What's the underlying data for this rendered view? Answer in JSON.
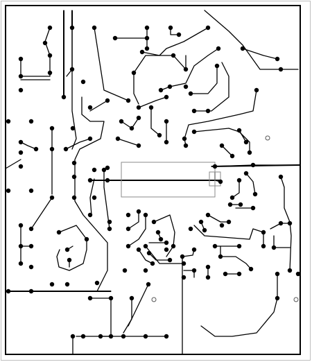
{
  "diagram": {
    "kind": "pcb-trace-layout",
    "colors": {
      "background": "#ffffff",
      "frame_outer": "#bdbdbd",
      "board_edge": "#000000",
      "trace": "#000000",
      "thin_trace": "#5a5a5a",
      "pad": "#000000",
      "component_outline": "#8a8a8a",
      "mounting_hole": "#555555"
    },
    "mounting_holes": 3,
    "component_outlines": 2
  }
}
